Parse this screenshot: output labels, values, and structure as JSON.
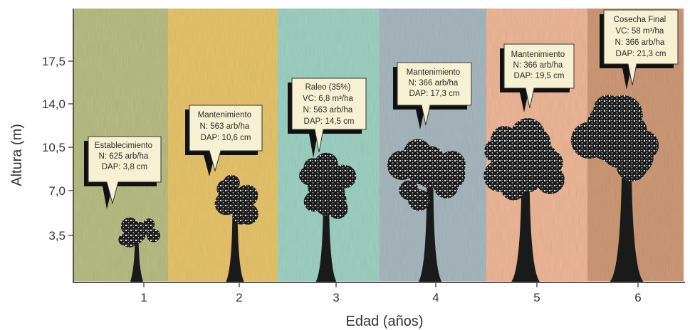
{
  "axes": {
    "y_label": "Altura (m)",
    "x_label": "Edad (años)",
    "y_ticks": [
      "3,5",
      "7,0",
      "10,5",
      "14,0",
      "17,5"
    ],
    "x_ticks": [
      "1",
      "2",
      "3",
      "4",
      "5",
      "6"
    ]
  },
  "colors": {
    "band_1": "#b8be84",
    "band_2": "#e8c56c",
    "band_3": "#9fd2c3",
    "band_4": "#a9b8c0",
    "band_5": "#f0b898",
    "band_6": "#cf9a78",
    "callout_fill": "#f7f1d3",
    "callout_shadow": "#111111",
    "tree": "#1a1a1a"
  },
  "stages": [
    {
      "age": "1",
      "lines": [
        "Establecimiento",
        "N: 625 arb/ha",
        "DAP: 3,8 cm"
      ]
    },
    {
      "age": "2",
      "lines": [
        "Mantenimiento",
        "N: 563 arb/ha",
        "DAP: 10,6 cm"
      ]
    },
    {
      "age": "3",
      "lines": [
        "Raleo (35%)",
        "VC: 6,8 m³/ha",
        "N: 563 arb/ha",
        "DAP: 14,5 cm"
      ]
    },
    {
      "age": "4",
      "lines": [
        "Mantenimiento",
        "N: 366 arb/ha",
        "DAP: 17,3 cm"
      ]
    },
    {
      "age": "5",
      "lines": [
        "Mantenimiento",
        "N: 366 arb/ha",
        "DAP: 19,5 cm"
      ]
    },
    {
      "age": "6",
      "lines": [
        "Cosecha Final",
        "VC: 58 m³/ha",
        "N: 366 arb/ha",
        "DAP: 21,3 cm"
      ]
    }
  ]
}
